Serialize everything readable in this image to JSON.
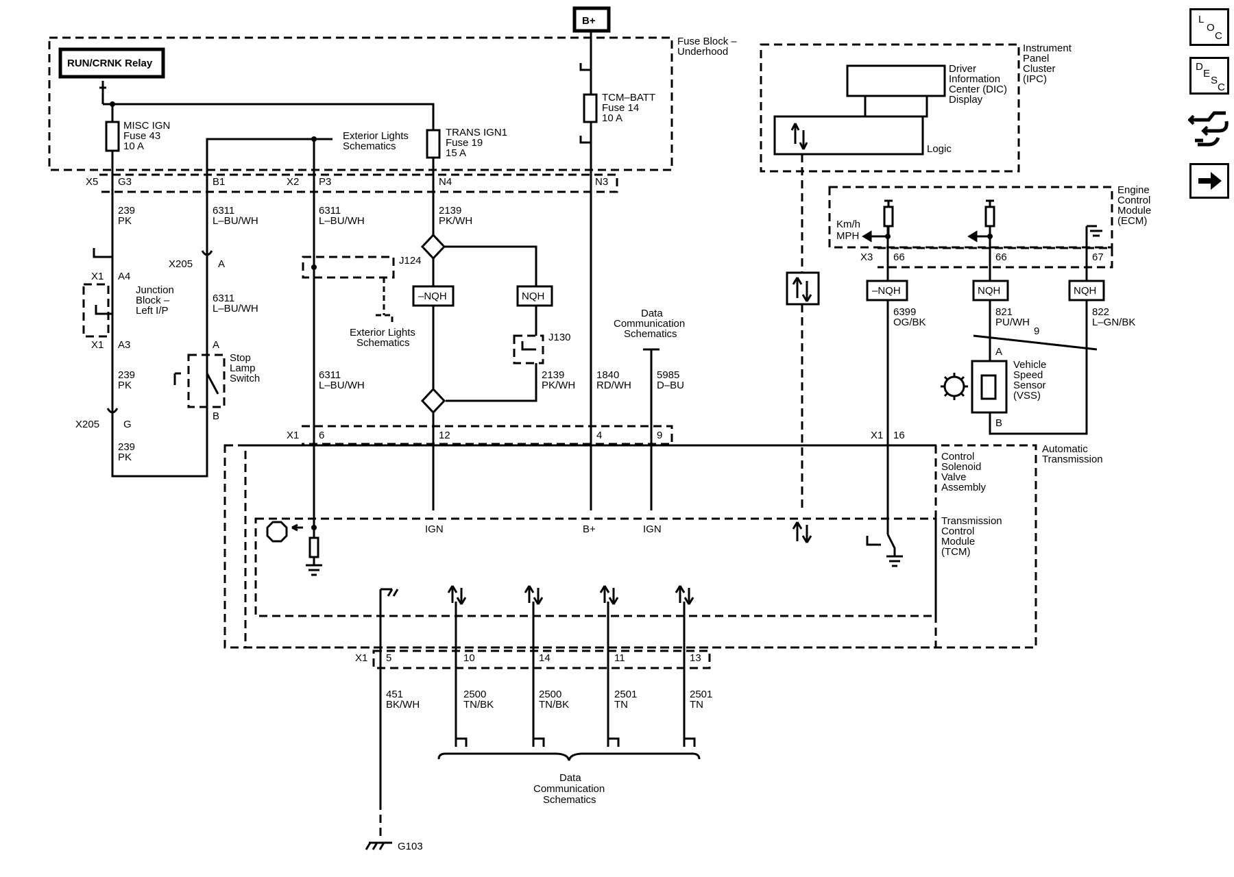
{
  "components": {
    "relay": "RUN/CRNK Relay",
    "bplus_box": "B+",
    "fuse_block": [
      "Fuse Block –",
      "Underhood"
    ],
    "misc_ign": [
      "MISC IGN",
      "Fuse 43",
      "10 A"
    ],
    "trans_ign1": [
      "TRANS IGN1",
      "Fuse 19",
      "15 A"
    ],
    "tcm_batt": [
      "TCM–BATT",
      "Fuse 14",
      "10 A"
    ],
    "ext_lights_top": [
      "Exterior Lights",
      "Schematics"
    ],
    "ext_lights_mid": [
      "Exterior Lights",
      "Schematics"
    ],
    "ipc": [
      "Instrument",
      "Panel",
      "Cluster",
      "(IPC)"
    ],
    "dic": [
      "Driver",
      "Information",
      "Center (DIC)",
      "Display"
    ],
    "logic": "Logic",
    "ecm": [
      "Engine",
      "Control",
      "Module",
      "(ECM)"
    ],
    "kmh": [
      "Km/h",
      "MPH"
    ],
    "junction_block": [
      "Junction",
      "Block –",
      "Left I/P"
    ],
    "stop_lamp": [
      "Stop",
      "Lamp",
      "Switch"
    ],
    "data_comm_mid": [
      "Data",
      "Communication",
      "Schematics"
    ],
    "data_comm_bottom": [
      "Data",
      "Communication",
      "Schematics"
    ],
    "vss": [
      "Vehicle",
      "Speed",
      "Sensor",
      "(VSS)"
    ],
    "csva": [
      "Control",
      "Solenoid",
      "Valve",
      "Assembly"
    ],
    "auto_trans": [
      "Automatic",
      "Transmission"
    ],
    "tcm": [
      "Transmission",
      "Control",
      "Module",
      "(TCM)"
    ],
    "g103": "G103"
  },
  "connectors": {
    "x5": "X5",
    "g3": "G3",
    "b1": "B1",
    "x2": "X2",
    "p3": "P3",
    "n4": "N4",
    "n3": "N3",
    "x205a": "X205",
    "a_x205": "A",
    "x1_a4": "X1",
    "a4": "A4",
    "x1_a3": "X1",
    "a3": "A3",
    "x205b": "X205",
    "g_x205": "G",
    "sw_a": "A",
    "sw_b": "B",
    "j124": "J124",
    "j130": "J130",
    "x3": "X3",
    "p66a": "66",
    "p66b": "66",
    "p67": "67",
    "vss_a": "A",
    "vss_b": "B",
    "nine": "9",
    "x1_mid": "X1",
    "p6": "6",
    "p12": "12",
    "p4": "4",
    "p9": "9",
    "x1_r": "X1",
    "p16": "16",
    "ign1": "IGN",
    "bplus_tcm": "B+",
    "ign2": "IGN",
    "x1_bot": "X1",
    "p5": "5",
    "p10": "10",
    "p14": "14",
    "p11": "11",
    "p13": "13"
  },
  "wires": {
    "w239a": [
      "239",
      "PK"
    ],
    "w239b": [
      "239",
      "PK"
    ],
    "w239c": [
      "239",
      "PK"
    ],
    "w6311a": [
      "6311",
      "L–BU/WH"
    ],
    "w6311b": [
      "6311",
      "L–BU/WH"
    ],
    "w6311c": [
      "6311",
      "L–BU/WH"
    ],
    "w6311d": [
      "6311",
      "L–BU/WH"
    ],
    "w2139a": [
      "2139",
      "PK/WH"
    ],
    "w2139b": [
      "2139",
      "PK/WH"
    ],
    "w1840": [
      "1840",
      "RD/WH"
    ],
    "w5985": [
      "5985",
      "D–BU"
    ],
    "w6399": [
      "6399",
      "OG/BK"
    ],
    "w821": [
      "821",
      "PU/WH"
    ],
    "w822": [
      "822",
      "L–GN/BK"
    ],
    "w451": [
      "451",
      "BK/WH"
    ],
    "w2500a": [
      "2500",
      "TN/BK"
    ],
    "w2500b": [
      "2500",
      "TN/BK"
    ],
    "w2501a": [
      "2501",
      "TN"
    ],
    "w2501b": [
      "2501",
      "TN"
    ]
  },
  "splice_packs": {
    "nqh_minus_1": "–NQH",
    "nqh_1": "NQH",
    "nqh_minus_2": "–NQH",
    "nqh_2": "NQH",
    "nqh_3": "NQH"
  },
  "side_buttons": {
    "loc": [
      "L",
      "O",
      "C"
    ],
    "desc": [
      "D",
      "E",
      "S",
      "C"
    ],
    "icons": [
      "wiring-connectors-icon",
      "next-arrow-icon"
    ]
  }
}
